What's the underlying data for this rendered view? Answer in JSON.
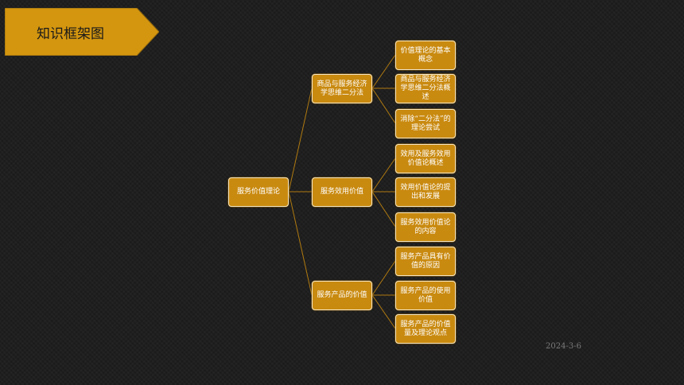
{
  "header": {
    "title": "知识框架图"
  },
  "footer": {
    "date": "2024-3-6"
  },
  "diagram": {
    "root": "服务价值理论",
    "branches": [
      {
        "label": "商品与服务经济学思维二分法",
        "children": [
          "价值理论的基本概念",
          "商品与服务经济学思维二分法概述",
          "消除“二分法”的理论尝试"
        ]
      },
      {
        "label": "服务效用价值",
        "children": [
          "效用及服务效用价值论概述",
          "效用价值论的提出和发展",
          "服务效用价值论的内容"
        ]
      },
      {
        "label": "服务产品的价值",
        "children": [
          "服务产品具有价值的原因",
          "服务产品的使用价值",
          "服务产品的价值量及理论观点"
        ]
      }
    ]
  },
  "colors": {
    "node_fill": "#c98a10",
    "node_border": "#f3e6c6",
    "connector": "#b07a10",
    "banner": "#d4960f"
  }
}
